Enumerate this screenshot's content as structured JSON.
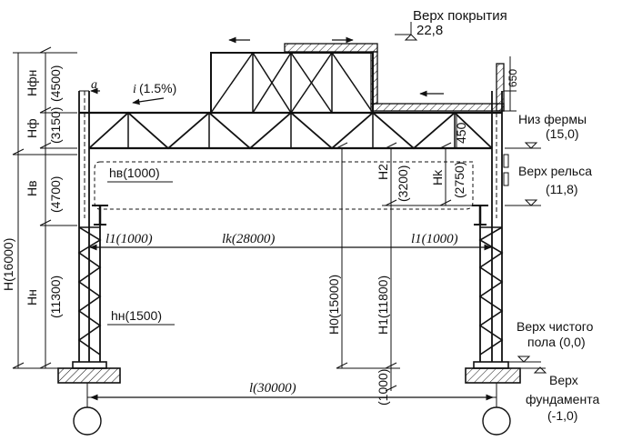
{
  "labels": {
    "roof_top": "Верх покрытия",
    "roof_top_value": "22,8",
    "truss_bottom": "Низ фермы",
    "truss_bottom_value": "(15,0)",
    "rail_top": "Верх рельса",
    "rail_top_value": "(11,8)",
    "floor_top_line1": "Верх чистого",
    "floor_top_line2": "пола (0,0)",
    "foundation_top_line1": "Верх",
    "foundation_top_line2": "фундамента",
    "foundation_top_value": "(-1,0)",
    "parapet": "650",
    "slope_i": "i",
    "slope_value": "(1.5%)",
    "a": "a",
    "H_fn": "Нфн",
    "H_fn_val": "(4500)",
    "H_f": "Нф",
    "H_f_val": "(3150)",
    "H_v": "Нв",
    "H_v_val": "(4700)",
    "H_n": "Нн",
    "H_n_val": "(11300)",
    "H_total": "Н(16000)",
    "h_v": "hв(1000)",
    "h_n": "hн(1500)",
    "l1_left": "l1(1000)",
    "l_k": "lk(28000)",
    "l1_right": "l1(1000)",
    "H0": "Н0(15000)",
    "H1": "Н1(11800)",
    "H2": "Н2",
    "H2_val": "(3200)",
    "Hk": "Нk",
    "Hk_val": "(2750)",
    "truss_h": "450",
    "base_1000": "(1000)",
    "span": "l(30000)"
  }
}
